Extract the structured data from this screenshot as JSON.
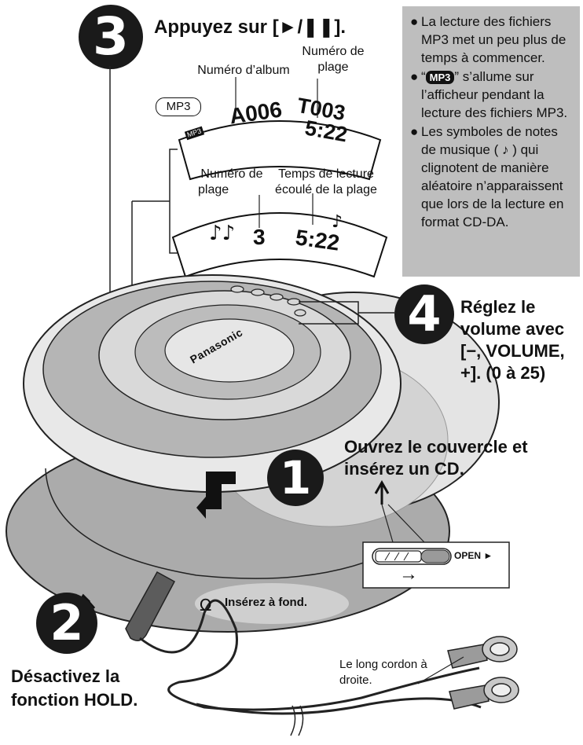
{
  "step3": {
    "number": "3",
    "instruction": "Appuyez sur [►/❚❚]."
  },
  "step4": {
    "number": "4",
    "line1": "Réglez le",
    "line2": "volume avec",
    "line3": "[−, VOLUME,",
    "line4": "+]. (0 à 25)"
  },
  "step1": {
    "number": "1",
    "line1": "Ouvrez le couvercle et",
    "line2": "insérez un CD."
  },
  "step2": {
    "number": "2",
    "line1": "Désactivez la",
    "line2": "fonction HOLD."
  },
  "notes": {
    "item1": "La lecture des fichiers MP3 met un peu plus de temps à commencer.",
    "item2_badge": "MP3",
    "item2_open_quote": "“",
    "item2_close_quote": "”",
    "item2_text": " s’allume sur l’afficheur pendant la lecture des fichiers MP3.",
    "item3": "Les symboles de notes de musique ( ♪ ) qui clignotent de manière aléatoire n’apparaissent que lors de la lecture en format CD-DA."
  },
  "mp3_display": {
    "album_label": "Numéro d’album",
    "track_label_l1": "Numéro de",
    "track_label_l2": "plage",
    "mode_tag": "MP3",
    "mini_tag": "MP3",
    "album_value": "A006",
    "track_value": "T003",
    "time_value": "5:22"
  },
  "cdda_display": {
    "track_label_l1": "Numéro de",
    "track_label_l2": "plage",
    "time_label_l1": "Temps de lecture",
    "time_label_l2": "écoulé de la plage",
    "notes_symbol": "♪♪",
    "track_value": "3",
    "time_value": "5:22",
    "note_symbol_2": "♪"
  },
  "device": {
    "brand": "Panasonic"
  },
  "switch": {
    "label": "OPEN ►",
    "arrow": "→"
  },
  "callouts": {
    "insert_plug": "Insérez à fond.",
    "cord_l1": "Le long cordon à",
    "cord_l2": "droite.",
    "headphone_symbol": "Ω"
  },
  "colors": {
    "note_box": "#bebebe",
    "dark": "#1a1a1a",
    "device_gray": "#a9a9a9",
    "device_light": "#e3e3e3"
  }
}
